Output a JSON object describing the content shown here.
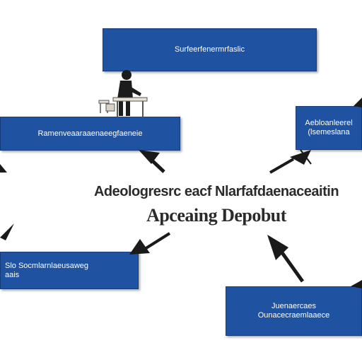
{
  "center": {
    "line1": "Adeologresrc eacf Nlarfafdaenaceaitin",
    "line2": "Apceaing Depobut"
  },
  "boxes": {
    "top": {
      "line1": "Surfeerfenermrfaslic"
    },
    "left": {
      "line1": "Ramenveaaraaenaeegfaeneie"
    },
    "right": {
      "line1": "Aebloanleerel",
      "line2": "(lsemeslana"
    },
    "bottom_left": {
      "line1": "Slo Socmlarnlaeusaweg",
      "line2": "aais"
    },
    "bottom_right": {
      "line1": "Juenaercaes",
      "line2": "Ounacecraemlaaece"
    }
  },
  "colors": {
    "box_fill": "#1f52a0",
    "box_text": "#ffffff",
    "arrow": "#1a1a1a",
    "center_text": "#2b2b2b"
  },
  "icons": {
    "figure": "person-at-lectern-icon"
  }
}
